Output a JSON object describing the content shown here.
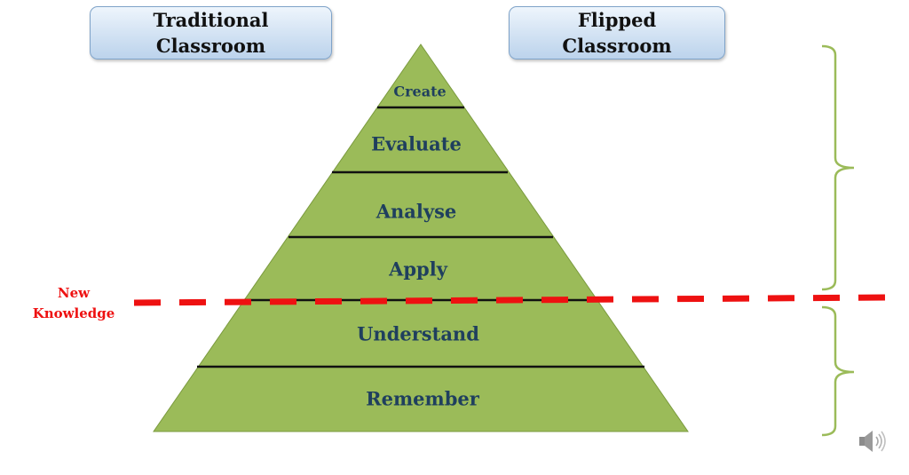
{
  "header": {
    "traditional": "Traditional\nClassroom",
    "flipped": "Flipped\nClassroom"
  },
  "pyramid": {
    "levels": [
      "Create",
      "Evaluate",
      "Analyse",
      "Apply",
      "Understand",
      "Remember"
    ],
    "fill_color": "#9bbb59",
    "text_color": "#1f3f5e"
  },
  "marker": {
    "label_line1": "New",
    "label_line2": "Knowledge",
    "color": "#ee1111"
  },
  "brace_color": "#9bbb59",
  "icons": {
    "speaker": "speaker-icon"
  }
}
